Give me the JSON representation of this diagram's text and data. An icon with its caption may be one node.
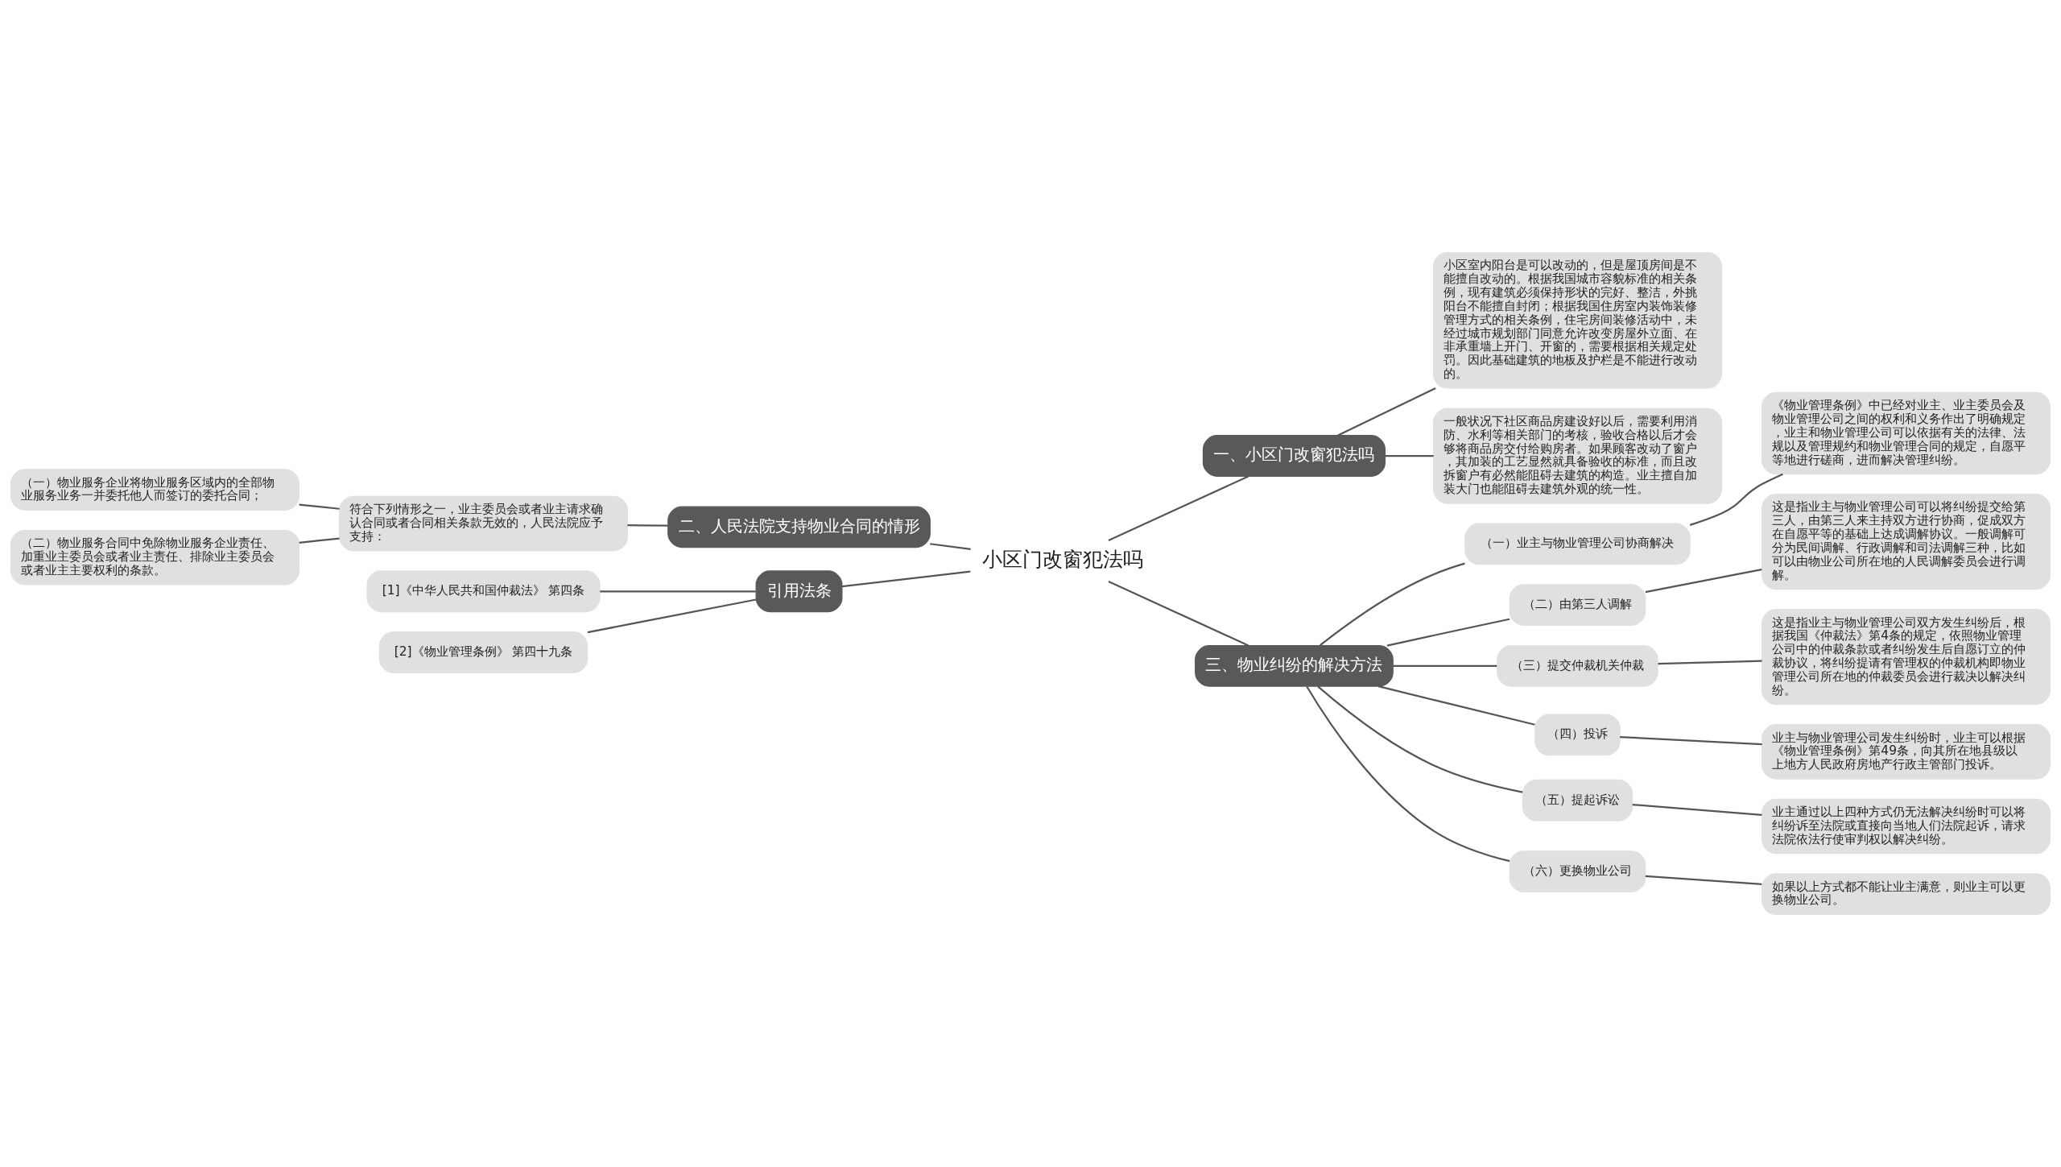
{
  "diagram": {
    "nodes": [
      {
        "text": [
          "小区门改窗犯法吗"
        ]
      },
      {
        "text": [
          "一、小区门改窗犯法吗"
        ]
      },
      {
        "text": [
          "小区室内阳台是可以改动的，但是屋顶房间是不能擅自改动的。根据我国城市容貌标准的相关条例，现有建筑必须保持形状的完好、整洁，外挑阳台不能擅自封闭；根据我国住房室内装饰装修管理方式的相关条例，住宅房间装修活动中，未经过城市规划部门同意允许改变房屋外立面、在非承重墙上开门、开窗的，需要根据相关规定处罚。因此基础建筑的地板及护栏是不能进行改动的。"
        ]
      },
      {
        "text": [
          "一般状况下社区商品房建设好以后，需要利用消防、水利等相关部门的考核，验收合格以后才会够将商品房交付给购房者。如果顾客改动了窗户，其加装的工艺显然就具备验收的标准，而且改拆窗户有必然能阻碍去建筑的构造。业主擅自加装大门也能阻碍去建筑外观的统一性。"
        ]
      },
      {
        "text": [
          "二、人民法院支持物业合同的情形"
        ]
      },
      {
        "text": [
          "符合下列情形之一，业主委员会或者业主请求确认合同或者合同相关条款无效的，人民法院应予支持："
        ]
      },
      {
        "text": [
          "（一）物业服务企业将物业服务区域内的全部物业服务业务一并委托他人而签订的委托合同；"
        ]
      },
      {
        "text": [
          "（二）物业服务合同中免除物业服务企业责任、加重业主委员会或者业主责任、排除业主委员会或者业主主要权利的条款。"
        ]
      },
      {
        "text": [
          "引用法条"
        ]
      },
      {
        "text": [
          "[1]《中华人民共和国仲裁法》 第四条"
        ]
      },
      {
        "text": [
          "[2]《物业管理条例》 第四十九条"
        ]
      },
      {
        "text": [
          "三、物业纠纷的解决方法"
        ]
      },
      {
        "text": [
          "（一）业主与物业管理公司协商解决"
        ]
      },
      {
        "text": [
          "《物业管理条例》中已经对业主、业主委员会及物业管理公司之间的权利和义务作出了明确规定，业主和物业管理公司可以依据有关的法律、法规以及管理规约和物业管理合同的规定，自愿平等地进行磋商，进而解决管理纠纷。"
        ]
      },
      {
        "text": [
          "（二）由第三人调解"
        ]
      },
      {
        "text": [
          "这是指业主与物业管理公司可以将纠纷提交给第三人，由第三人来主持双方进行协商，促成双方在自愿平等的基础上达成调解协议。一般调解可分为民间调解、行政调解和司法调解三种，比如可以由物业公司所在地的人民调解委员会进行调解。"
        ]
      },
      {
        "text": [
          "（三）提交仲裁机关仲裁"
        ]
      },
      {
        "text": [
          "这是指业主与物业管理公司双方发生纠纷后，根据我国《仲裁法》第4条的规定，依照物业管理公司中的仲裁条款或者纠纷发生后自愿订立的仲裁协议，将纠纷提请有管理权的仲裁机构即物业管理公司所在地的仲裁委员会进行裁决以解决纠纷。"
        ]
      },
      {
        "text": [
          "（四）投诉"
        ]
      },
      {
        "text": [
          "业主与物业管理公司发生纠纷时，业主可以根据《物业管理条例》第49条，向其所在地县级以上地方人民政府房地产行政主管部门投诉。"
        ]
      },
      {
        "text": [
          "（五）提起诉讼"
        ]
      },
      {
        "text": [
          "业主通过以上四种方式仍无法解决纠纷时可以将纠纷诉至法院或直接向当地人们法院起诉，请求法院依法行使审判权以解决纠纷。"
        ]
      },
      {
        "text": [
          "（六）更换物业公司"
        ]
      },
      {
        "text": [
          "如果以上方式都不能让业主满意，则业主可以更换物业公司。"
        ]
      }
    ],
    "edges": [
      {
        "from": 0,
        "to": 1,
        "arrow": "none"
      },
      {
        "from": 1,
        "to": 2,
        "arrow": "none"
      },
      {
        "from": 1,
        "to": 3,
        "arrow": "none"
      },
      {
        "from": 0,
        "to": 4,
        "arrow": "none"
      },
      {
        "from": 4,
        "to": 5,
        "arrow": "none"
      },
      {
        "from": 5,
        "to": 6,
        "arrow": "none"
      },
      {
        "from": 5,
        "to": 7,
        "arrow": "none"
      },
      {
        "from": 0,
        "to": 8,
        "arrow": "none"
      },
      {
        "from": 8,
        "to": 9,
        "arrow": "none"
      },
      {
        "from": 8,
        "to": 10,
        "arrow": "none"
      },
      {
        "from": 0,
        "to": 11,
        "arrow": "none"
      },
      {
        "from": 11,
        "to": 12,
        "arrow": "none"
      },
      {
        "from": 12,
        "to": 13,
        "arrow": "none"
      },
      {
        "from": 11,
        "to": 14,
        "arrow": "none"
      },
      {
        "from": 14,
        "to": 15,
        "arrow": "none"
      },
      {
        "from": 11,
        "to": 16,
        "arrow": "none"
      },
      {
        "from": 16,
        "to": 17,
        "arrow": "none"
      },
      {
        "from": 11,
        "to": 18,
        "arrow": "none"
      },
      {
        "from": 18,
        "to": 19,
        "arrow": "none"
      },
      {
        "from": 11,
        "to": 20,
        "arrow": "none"
      },
      {
        "from": 20,
        "to": 21,
        "arrow": "none"
      },
      {
        "from": 11,
        "to": 22,
        "arrow": "none"
      },
      {
        "from": 22,
        "to": 23,
        "arrow": "none"
      }
    ]
  }
}
